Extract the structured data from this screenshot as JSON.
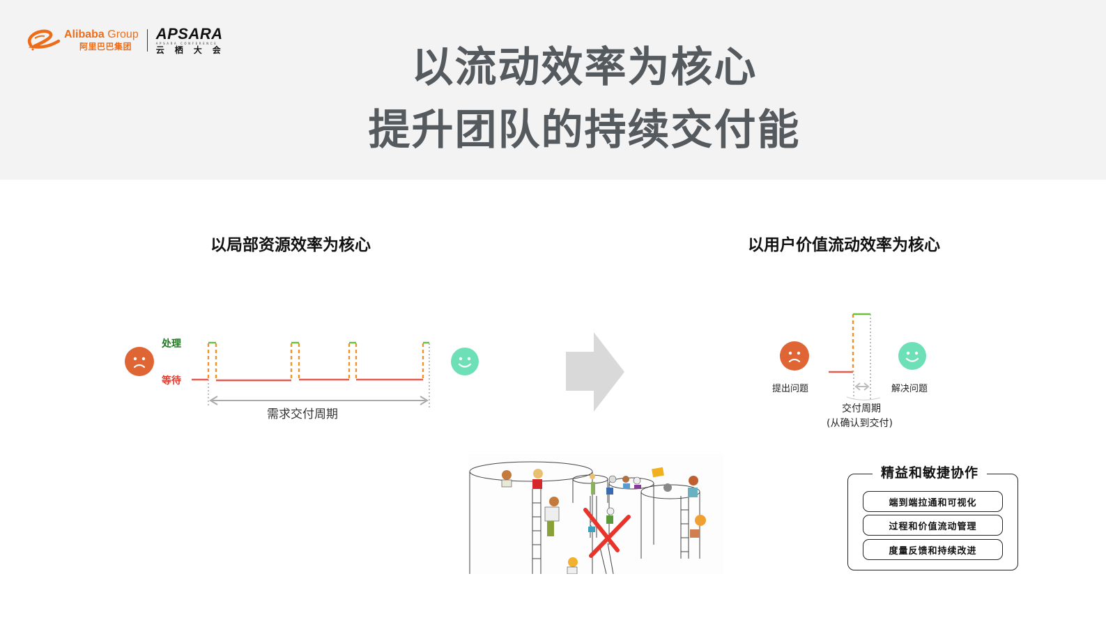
{
  "header": {
    "logos": {
      "alibaba_en_bold": "Alibaba",
      "alibaba_en_light": " Group",
      "alibaba_cn": "阿里巴巴集团",
      "apsara_en": "APSARA",
      "apsara_sub": "APSARA CONFERENCE",
      "apsara_cn": "云栖大会"
    },
    "title_line1": "以流动效率为核心",
    "title_line2": "提升团队的持续交付能"
  },
  "left_panel": {
    "title": "以局部资源效率为核心",
    "label_process": "处理",
    "label_wait": "等待",
    "cycle_label": "需求交付周期",
    "colors": {
      "process": "#6abf3f",
      "wait": "#e85a4f",
      "dashed": "#f0922a",
      "cycle_arrow": "#aaaaaa"
    }
  },
  "right_panel": {
    "title": "以用户价值流动效率为核心",
    "raise_issue": "提出问题",
    "solve_issue": "解决问题",
    "cycle_label_line1": "交付周期",
    "cycle_label_line2": "(从确认到交付)"
  },
  "lean_box": {
    "title": "精益和敏捷协作",
    "items": [
      "端到端拉通和可视化",
      "过程和价值流动管理",
      "度量反馈和持续改进"
    ]
  },
  "colors": {
    "header_bg": "#f3f3f3",
    "title_text": "#555a5f",
    "alibaba_orange": "#ee6c17",
    "sad_face": "#e06535",
    "happy_face": "#6de0b8",
    "big_arrow": "#d9d9d9",
    "cross": "#e8342a"
  }
}
